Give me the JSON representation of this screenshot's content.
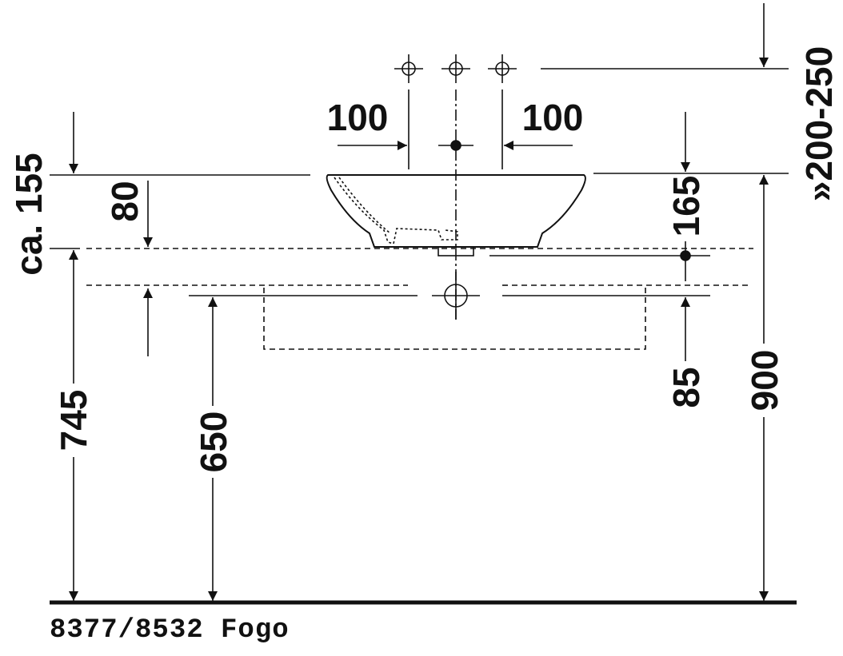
{
  "dimensions": {
    "left_spacing": "100",
    "right_spacing": "100",
    "tap_height_range": "»200-250",
    "bowl_depth": "ca. 155",
    "drain_depth": "80",
    "overall_rim_height": "165",
    "siphon_offset": "85",
    "counter_height": "745",
    "siphon_height": "650",
    "rim_height": "900"
  },
  "caption": "8377/8532 Fogo",
  "colors": {
    "line": "#111111",
    "background": "#ffffff"
  }
}
